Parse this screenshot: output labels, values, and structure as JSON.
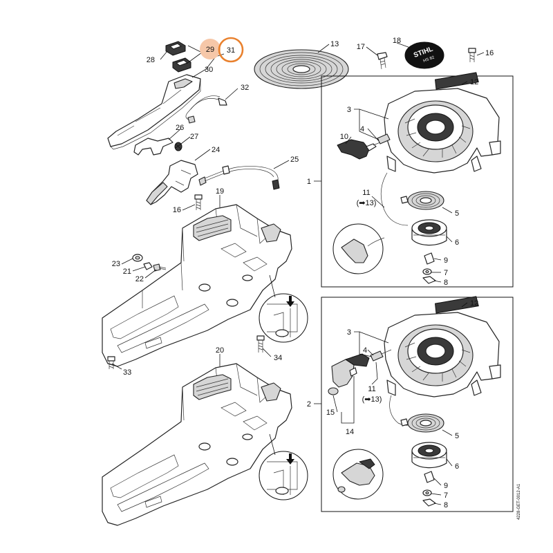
{
  "highlight_colors": {
    "fill": "#f6c7a8",
    "ring": "#e9812e"
  },
  "callouts": {
    "c1": "1",
    "c2": "2",
    "c3a": "3",
    "c3b": "3",
    "c4a": "4",
    "c4b": "4",
    "c5a": "5",
    "c5b": "5",
    "c6a": "6",
    "c6b": "6",
    "c7a": "7",
    "c7b": "7",
    "c8a": "8",
    "c8b": "8",
    "c9a": "9",
    "c9b": "9",
    "c10": "10",
    "c11a": "11",
    "c11b": "11",
    "c11a_ref": "(➡13)",
    "c11b_ref": "(➡13)",
    "c12a": "12",
    "c12b": "12",
    "c13": "13",
    "c14": "14",
    "c15": "15",
    "c16a": "16",
    "c16b": "16",
    "c17": "17",
    "c18": "18",
    "c19": "19",
    "c20": "20",
    "c21": "21",
    "c22": "22",
    "c23": "23",
    "c24": "24",
    "c25": "25",
    "c26": "26",
    "c27": "27",
    "c28": "28",
    "c29": "29",
    "c30": "30",
    "c31": "31",
    "c32": "32",
    "c33": "33",
    "c34": "34"
  },
  "decal_text": "STIHL",
  "decal_sub": "HS 82",
  "drawing_id": "4228-GET-0012-A1"
}
